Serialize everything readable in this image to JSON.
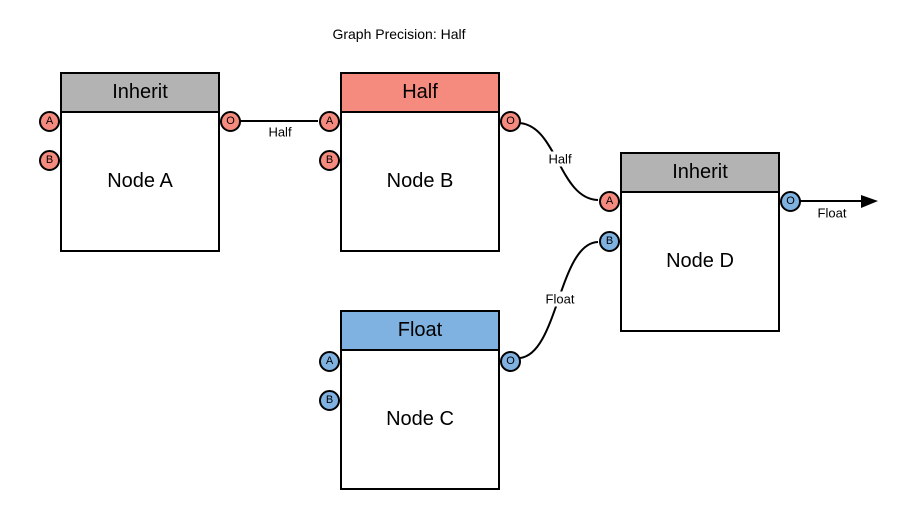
{
  "title": "Graph Precision: Half",
  "colors": {
    "inherit_header": "#b3b3b3",
    "half_precision": "#f58a7e",
    "float_precision": "#7fb2e0",
    "line": "#000000",
    "background": "#ffffff"
  },
  "nodes": [
    {
      "name": "Node A",
      "header": "Inherit",
      "ports": {
        "a": "A",
        "b": "B",
        "o": "O"
      }
    },
    {
      "name": "Node B",
      "header": "Half",
      "ports": {
        "a": "A",
        "b": "B",
        "o": "O"
      }
    },
    {
      "name": "Node C",
      "header": "Float",
      "ports": {
        "a": "A",
        "b": "B",
        "o": "O"
      }
    },
    {
      "name": "Node D",
      "header": "Inherit",
      "ports": {
        "a": "A",
        "b": "B",
        "o": "O"
      }
    }
  ],
  "edges": [
    {
      "from": "Node A:O",
      "to": "Node B:A",
      "label": "Half"
    },
    {
      "from": "Node B:O",
      "to": "Node D:A",
      "label": "Half"
    },
    {
      "from": "Node C:O",
      "to": "Node D:B",
      "label": "Float"
    },
    {
      "from": "Node D:O",
      "to": "graph-output",
      "label": "Float"
    }
  ]
}
